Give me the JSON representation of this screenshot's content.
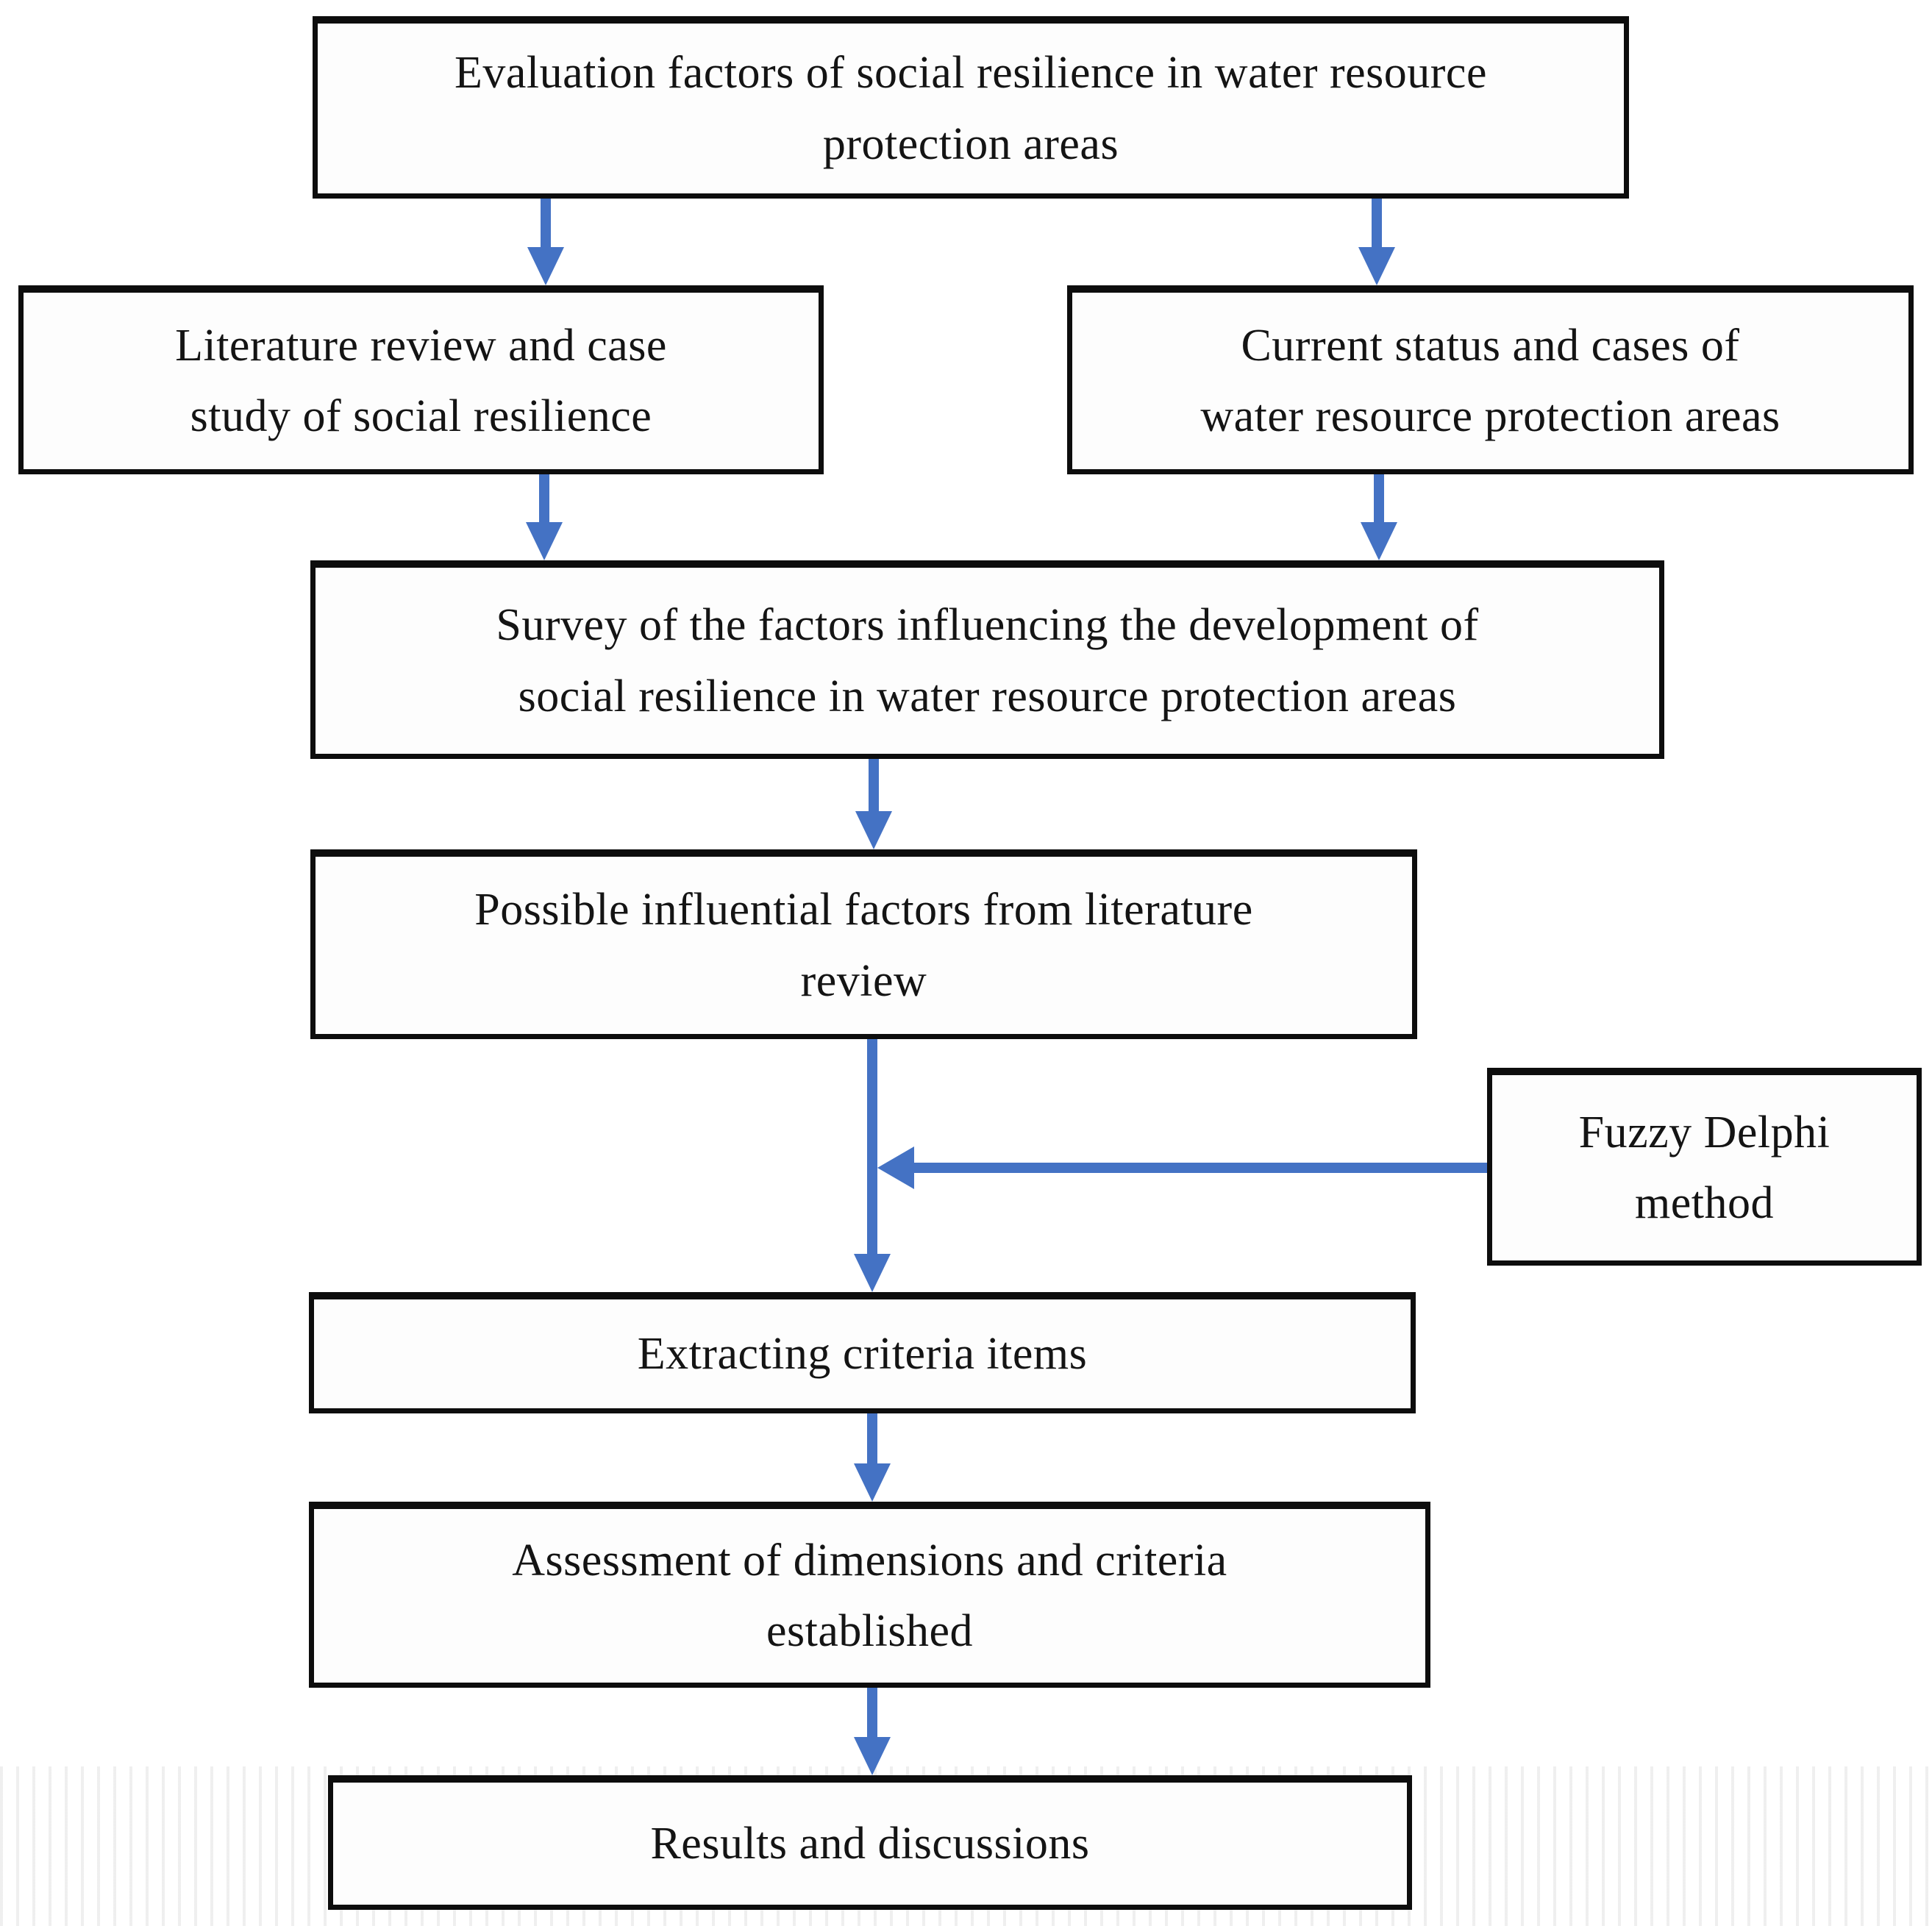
{
  "figure": {
    "type": "flowchart",
    "description": "Research framework flowchart for evaluation factors of social resilience in water resource protection areas"
  },
  "colors": {
    "background": "#ffffff",
    "box_fill": "#fdfdfd",
    "box_border": "#0d0d0d",
    "text": "#141414",
    "arrow": "#4472C4"
  },
  "nodes": {
    "evaluation": {
      "label": "Evaluation factors of social resilience in water resource\nprotection areas"
    },
    "literature": {
      "label": "Literature review and case\nstudy of social resilience"
    },
    "current_status": {
      "label": "Current status and cases of\nwater resource protection areas"
    },
    "survey": {
      "label": "Survey of the factors influencing the development of\nsocial resilience in water resource protection areas"
    },
    "possible_factors": {
      "label": "Possible influential factors from literature\nreview"
    },
    "fuzzy_delphi": {
      "label": "Fuzzy Delphi\nmethod"
    },
    "extracting": {
      "label": "Extracting criteria items"
    },
    "assessment": {
      "label": "Assessment of dimensions and criteria\nestablished"
    },
    "results": {
      "label": "Results and discussions"
    }
  },
  "edges": [
    {
      "from": "evaluation",
      "to": "literature"
    },
    {
      "from": "evaluation",
      "to": "current_status"
    },
    {
      "from": "literature",
      "to": "survey"
    },
    {
      "from": "current_status",
      "to": "survey"
    },
    {
      "from": "survey",
      "to": "possible_factors"
    },
    {
      "from": "possible_factors",
      "to": "extracting"
    },
    {
      "from": "fuzzy_delphi",
      "to": "flow between possible_factors and extracting"
    },
    {
      "from": "extracting",
      "to": "assessment"
    },
    {
      "from": "assessment",
      "to": "results"
    }
  ]
}
